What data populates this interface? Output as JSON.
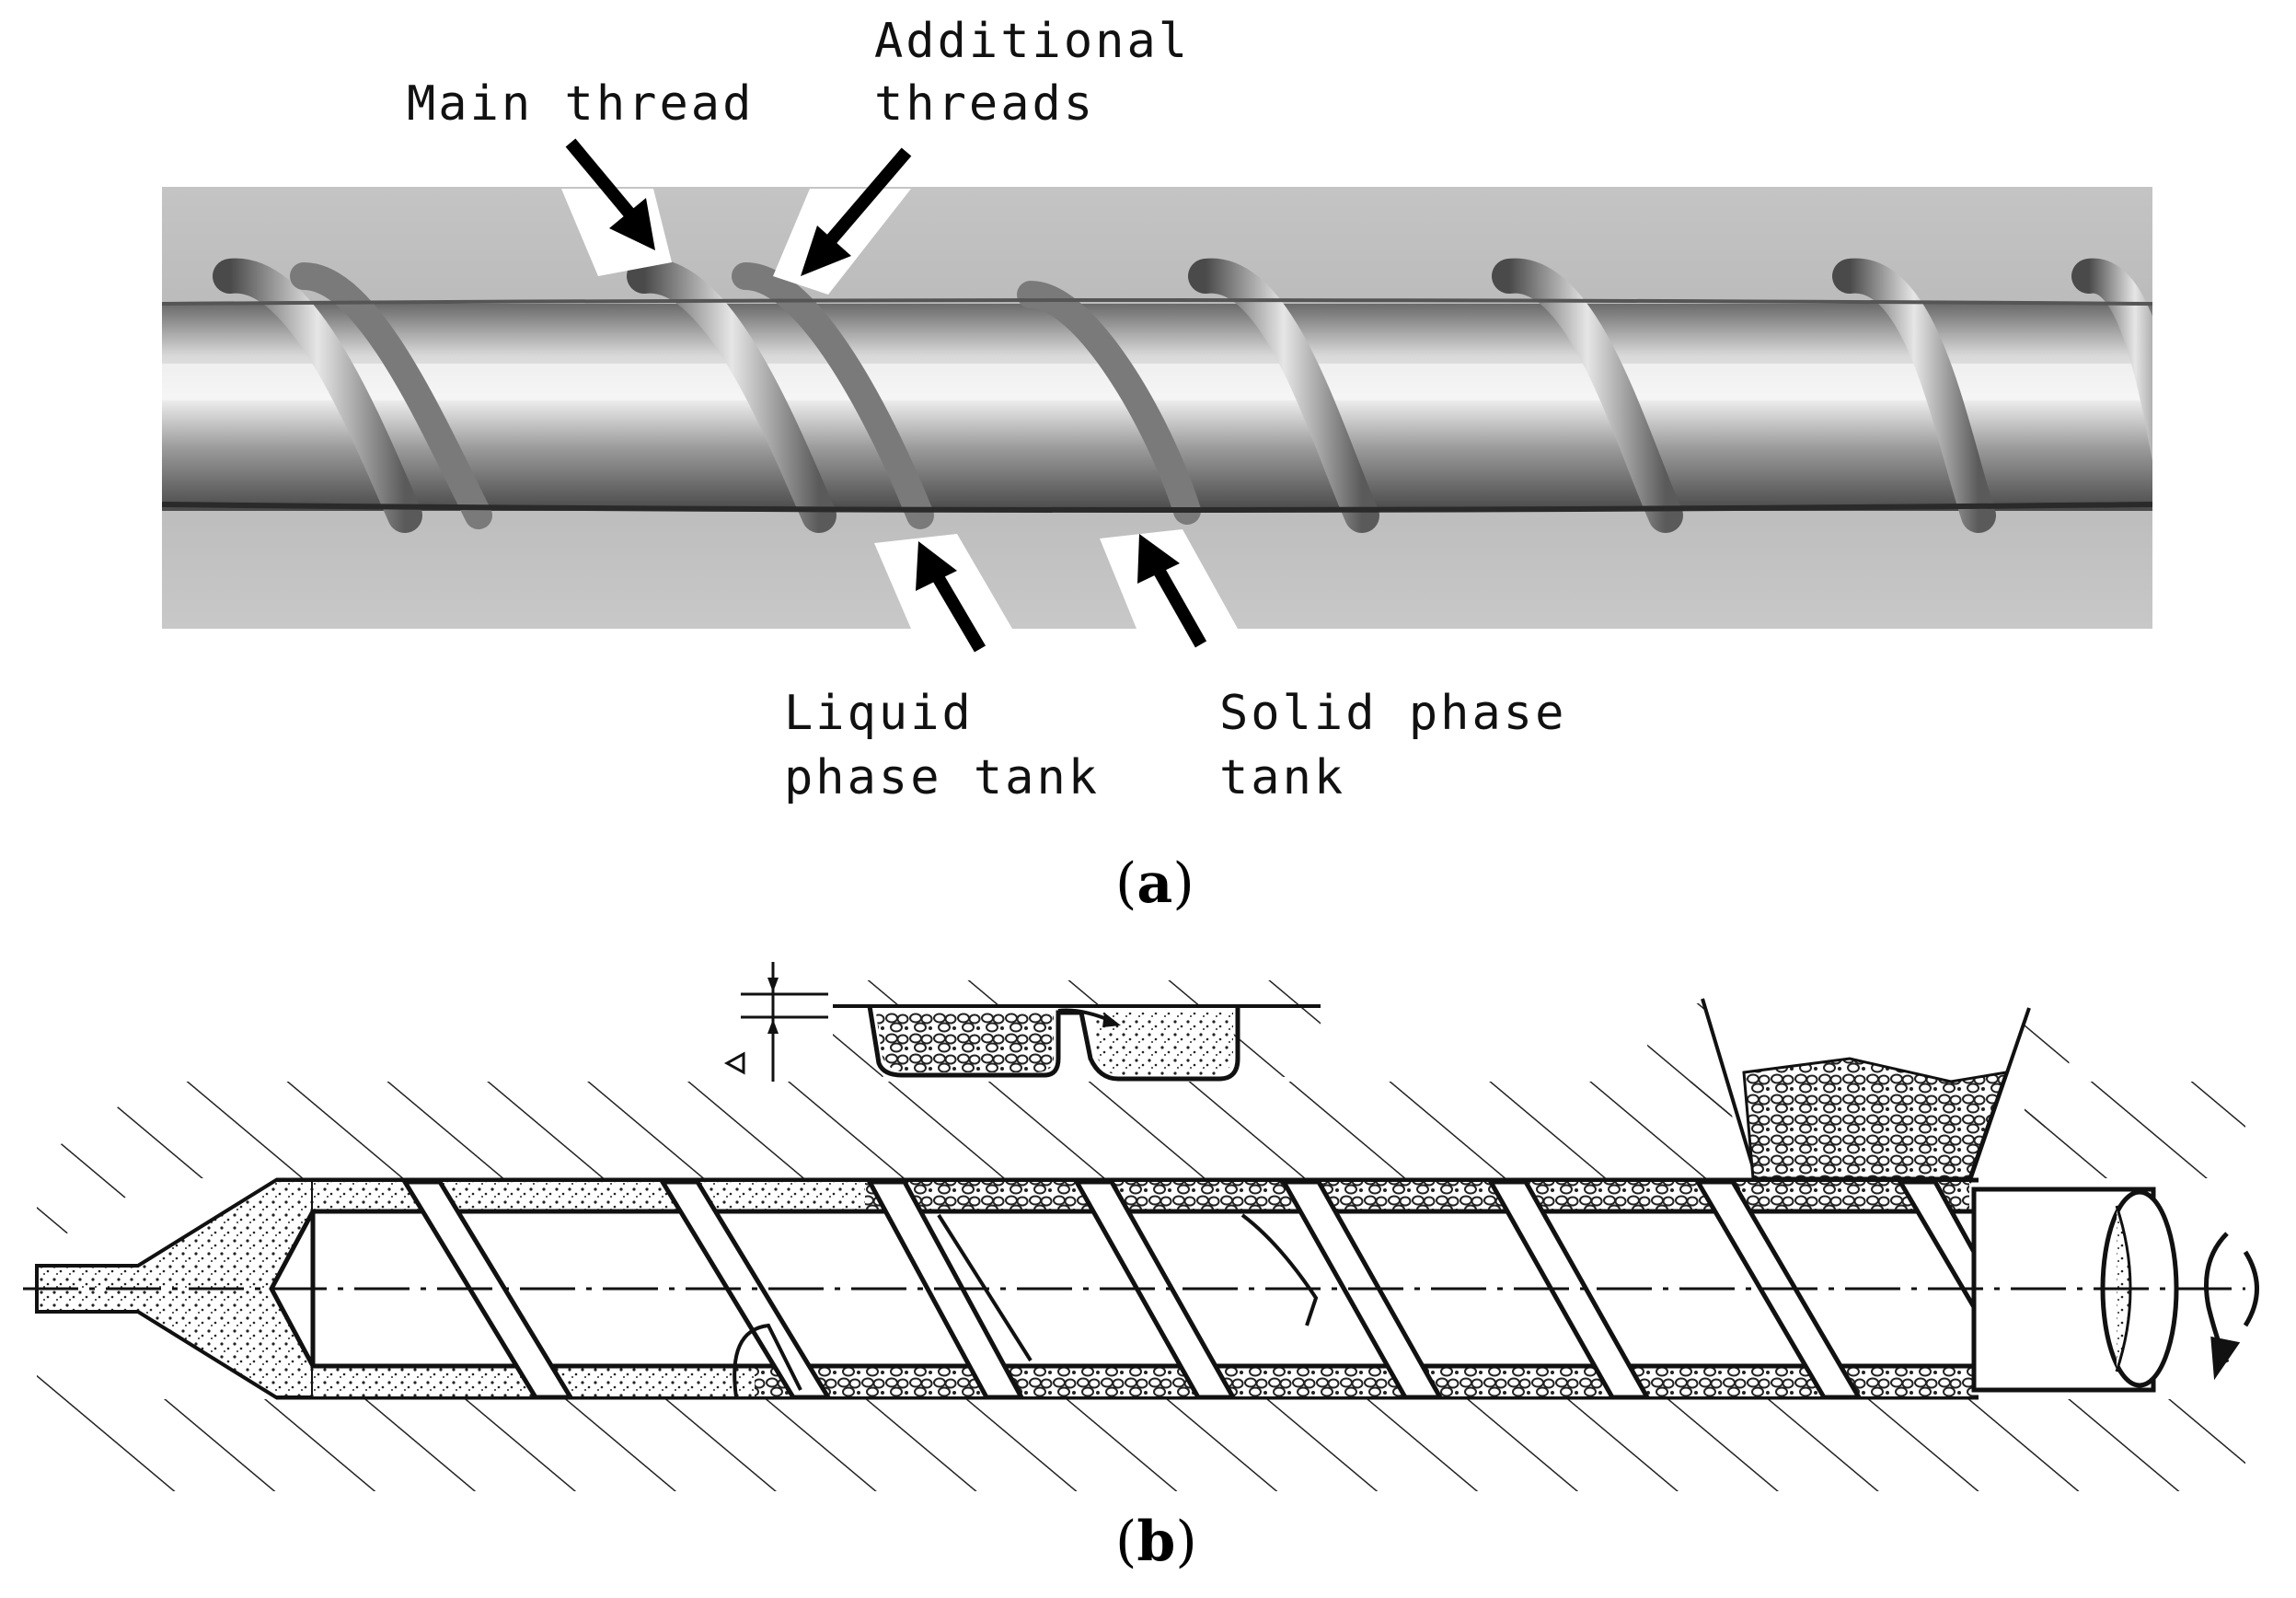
{
  "figure_a": {
    "labels": {
      "main_thread": "Main thread",
      "additional_threads_1": "Additional",
      "additional_threads_2": "threads",
      "liquid_phase_tank_1": "Liquid",
      "liquid_phase_tank_2": "phase tank",
      "solid_phase_tank_1": "Solid phase",
      "solid_phase_tank_2": "tank"
    },
    "caption_letter": "a"
  },
  "figure_b": {
    "caption_letter": "b"
  },
  "colors": {
    "photo_background": "#bdbdbd",
    "screw_metal": "#8a8a8a",
    "ink": "#111111"
  }
}
